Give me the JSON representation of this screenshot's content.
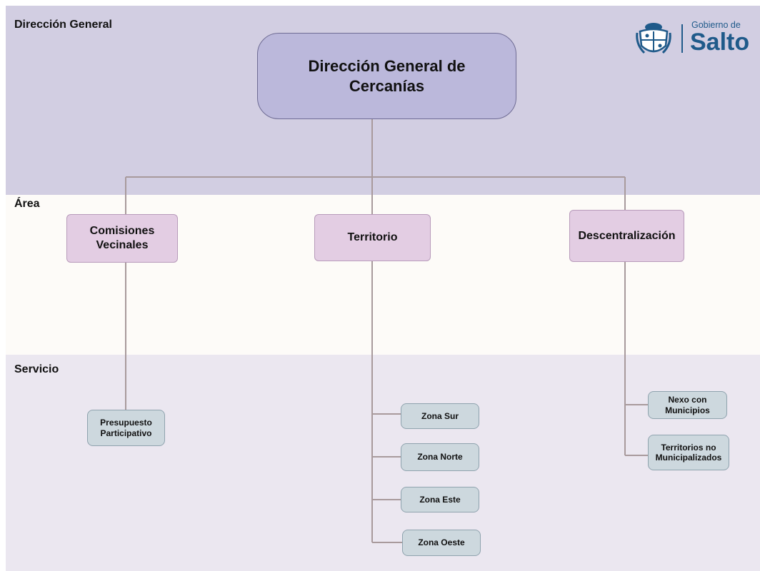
{
  "bands": {
    "top_label": "Dirección General",
    "mid_label": "Área",
    "bottom_label": "Servicio"
  },
  "logo": {
    "subtitle": "Gobierno de",
    "title": "Salto",
    "seal_icon": "coat-of-arms-icon"
  },
  "root": {
    "label": "Dirección General de Cercanías"
  },
  "areas": [
    {
      "label": "Comisiones Vecinales"
    },
    {
      "label": "Territorio"
    },
    {
      "label": "Descentralización"
    }
  ],
  "services": {
    "comisiones": [
      "Presupuesto Participativo"
    ],
    "territorio": [
      "Zona Sur",
      "Zona Norte",
      "Zona Este",
      "Zona Oeste"
    ],
    "descentralizacion": [
      "Nexo con Municipios",
      "Territorios no Municipalizados"
    ]
  },
  "colors": {
    "band_top": "#d2cee2",
    "band_mid": "#fdfbf8",
    "band_bottom": "#ebe7f0",
    "root_fill": "#bbb8db",
    "area_fill": "#e3cde3",
    "service_fill": "#cdd8de",
    "connector": "#a89a9c",
    "logo": "#1f5a8a"
  }
}
